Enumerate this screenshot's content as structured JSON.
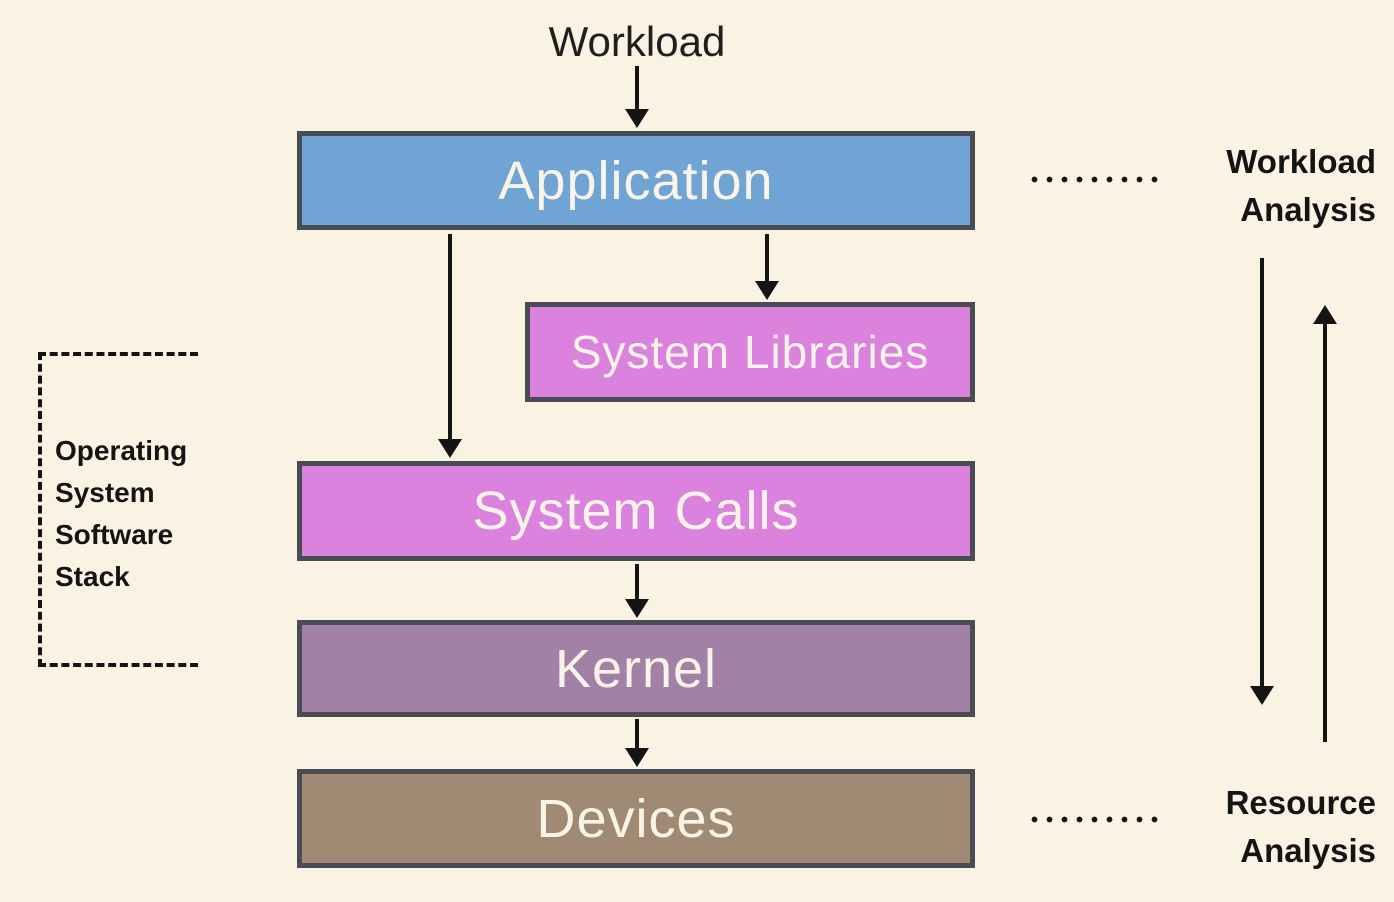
{
  "diagram": {
    "title": "Operating system software stack workload/resource analysis diagram",
    "background_color": "#FAF3E4",
    "node_border_color": "#494D53",
    "node_text_color": "#FAF4E8",
    "arrow_color": "#141414",
    "workload_label": "Workload",
    "nodes": {
      "application": {
        "label": "Application",
        "fill": "#6FA4D4"
      },
      "system_libraries": {
        "label": "System Libraries",
        "fill": "#DB81DE"
      },
      "system_calls": {
        "label": "System Calls",
        "fill": "#DB81DE"
      },
      "kernel": {
        "label": "Kernel",
        "fill": "#A381A7"
      },
      "devices": {
        "label": "Devices",
        "fill": "#A18A74"
      }
    },
    "annotations": {
      "os_stack": {
        "label": "Operating System Software Stack"
      },
      "workload_analysis": {
        "label": "Workload Analysis"
      },
      "resource_analysis": {
        "label": "Resource Analysis"
      }
    },
    "edges": [
      "Workload -> Application",
      "Application -> System Libraries",
      "Application -> System Calls",
      "System Calls -> Kernel",
      "Kernel -> Devices",
      "Workload Analysis (top-down arrow)",
      "Resource Analysis (bottom-up arrow)"
    ]
  }
}
